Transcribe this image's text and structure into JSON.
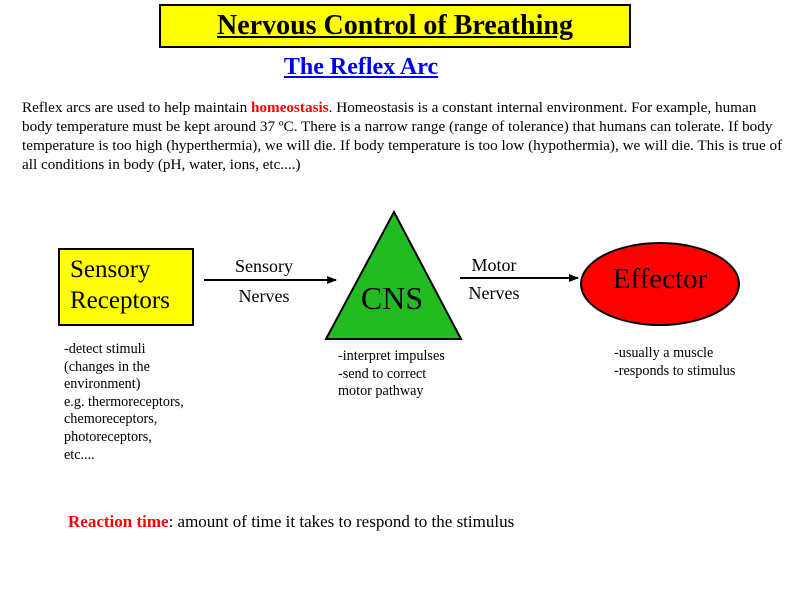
{
  "title": "Nervous Control of Breathing",
  "subtitle": "The Reflex Arc",
  "intro": {
    "before": "Reflex arcs are used to help maintain ",
    "highlight": "homeostasis",
    "after": ".  Homeostasis is a constant internal environment.  For example, human body temperature must be kept around 37 ºC.  There is a narrow range (range of tolerance) that humans can tolerate.  If body temperature is too high (hyperthermia), we will die.  If body temperature is too low (hypothermia), we will die.  This is true of all conditions in body (pH, water, ions, etc....)"
  },
  "diagram": {
    "sensory_receptors": {
      "line1": "Sensory",
      "line2": "Receptors",
      "color": "#ffff00"
    },
    "cns": {
      "label": "CNS",
      "color": "#22bb22"
    },
    "effector": {
      "label": "Effector",
      "color": "#ff0000"
    },
    "arrow1": {
      "top": "Sensory",
      "bottom": "Nerves"
    },
    "arrow2": {
      "top": "Motor",
      "bottom": "Nerves"
    },
    "notes": {
      "receptors": [
        "-detect stimuli",
        "(changes in the",
        "environment)",
        "e.g. thermoreceptors,",
        "chemoreceptors,",
        "photoreceptors,",
        "etc...."
      ],
      "cns": [
        "-interpret impulses",
        "-send to correct",
        "motor pathway"
      ],
      "effector": [
        "-usually a muscle",
        "-responds to stimulus"
      ]
    }
  },
  "reaction": {
    "term": "Reaction time",
    "definition": ":  amount of time it takes to respond to the stimulus"
  }
}
